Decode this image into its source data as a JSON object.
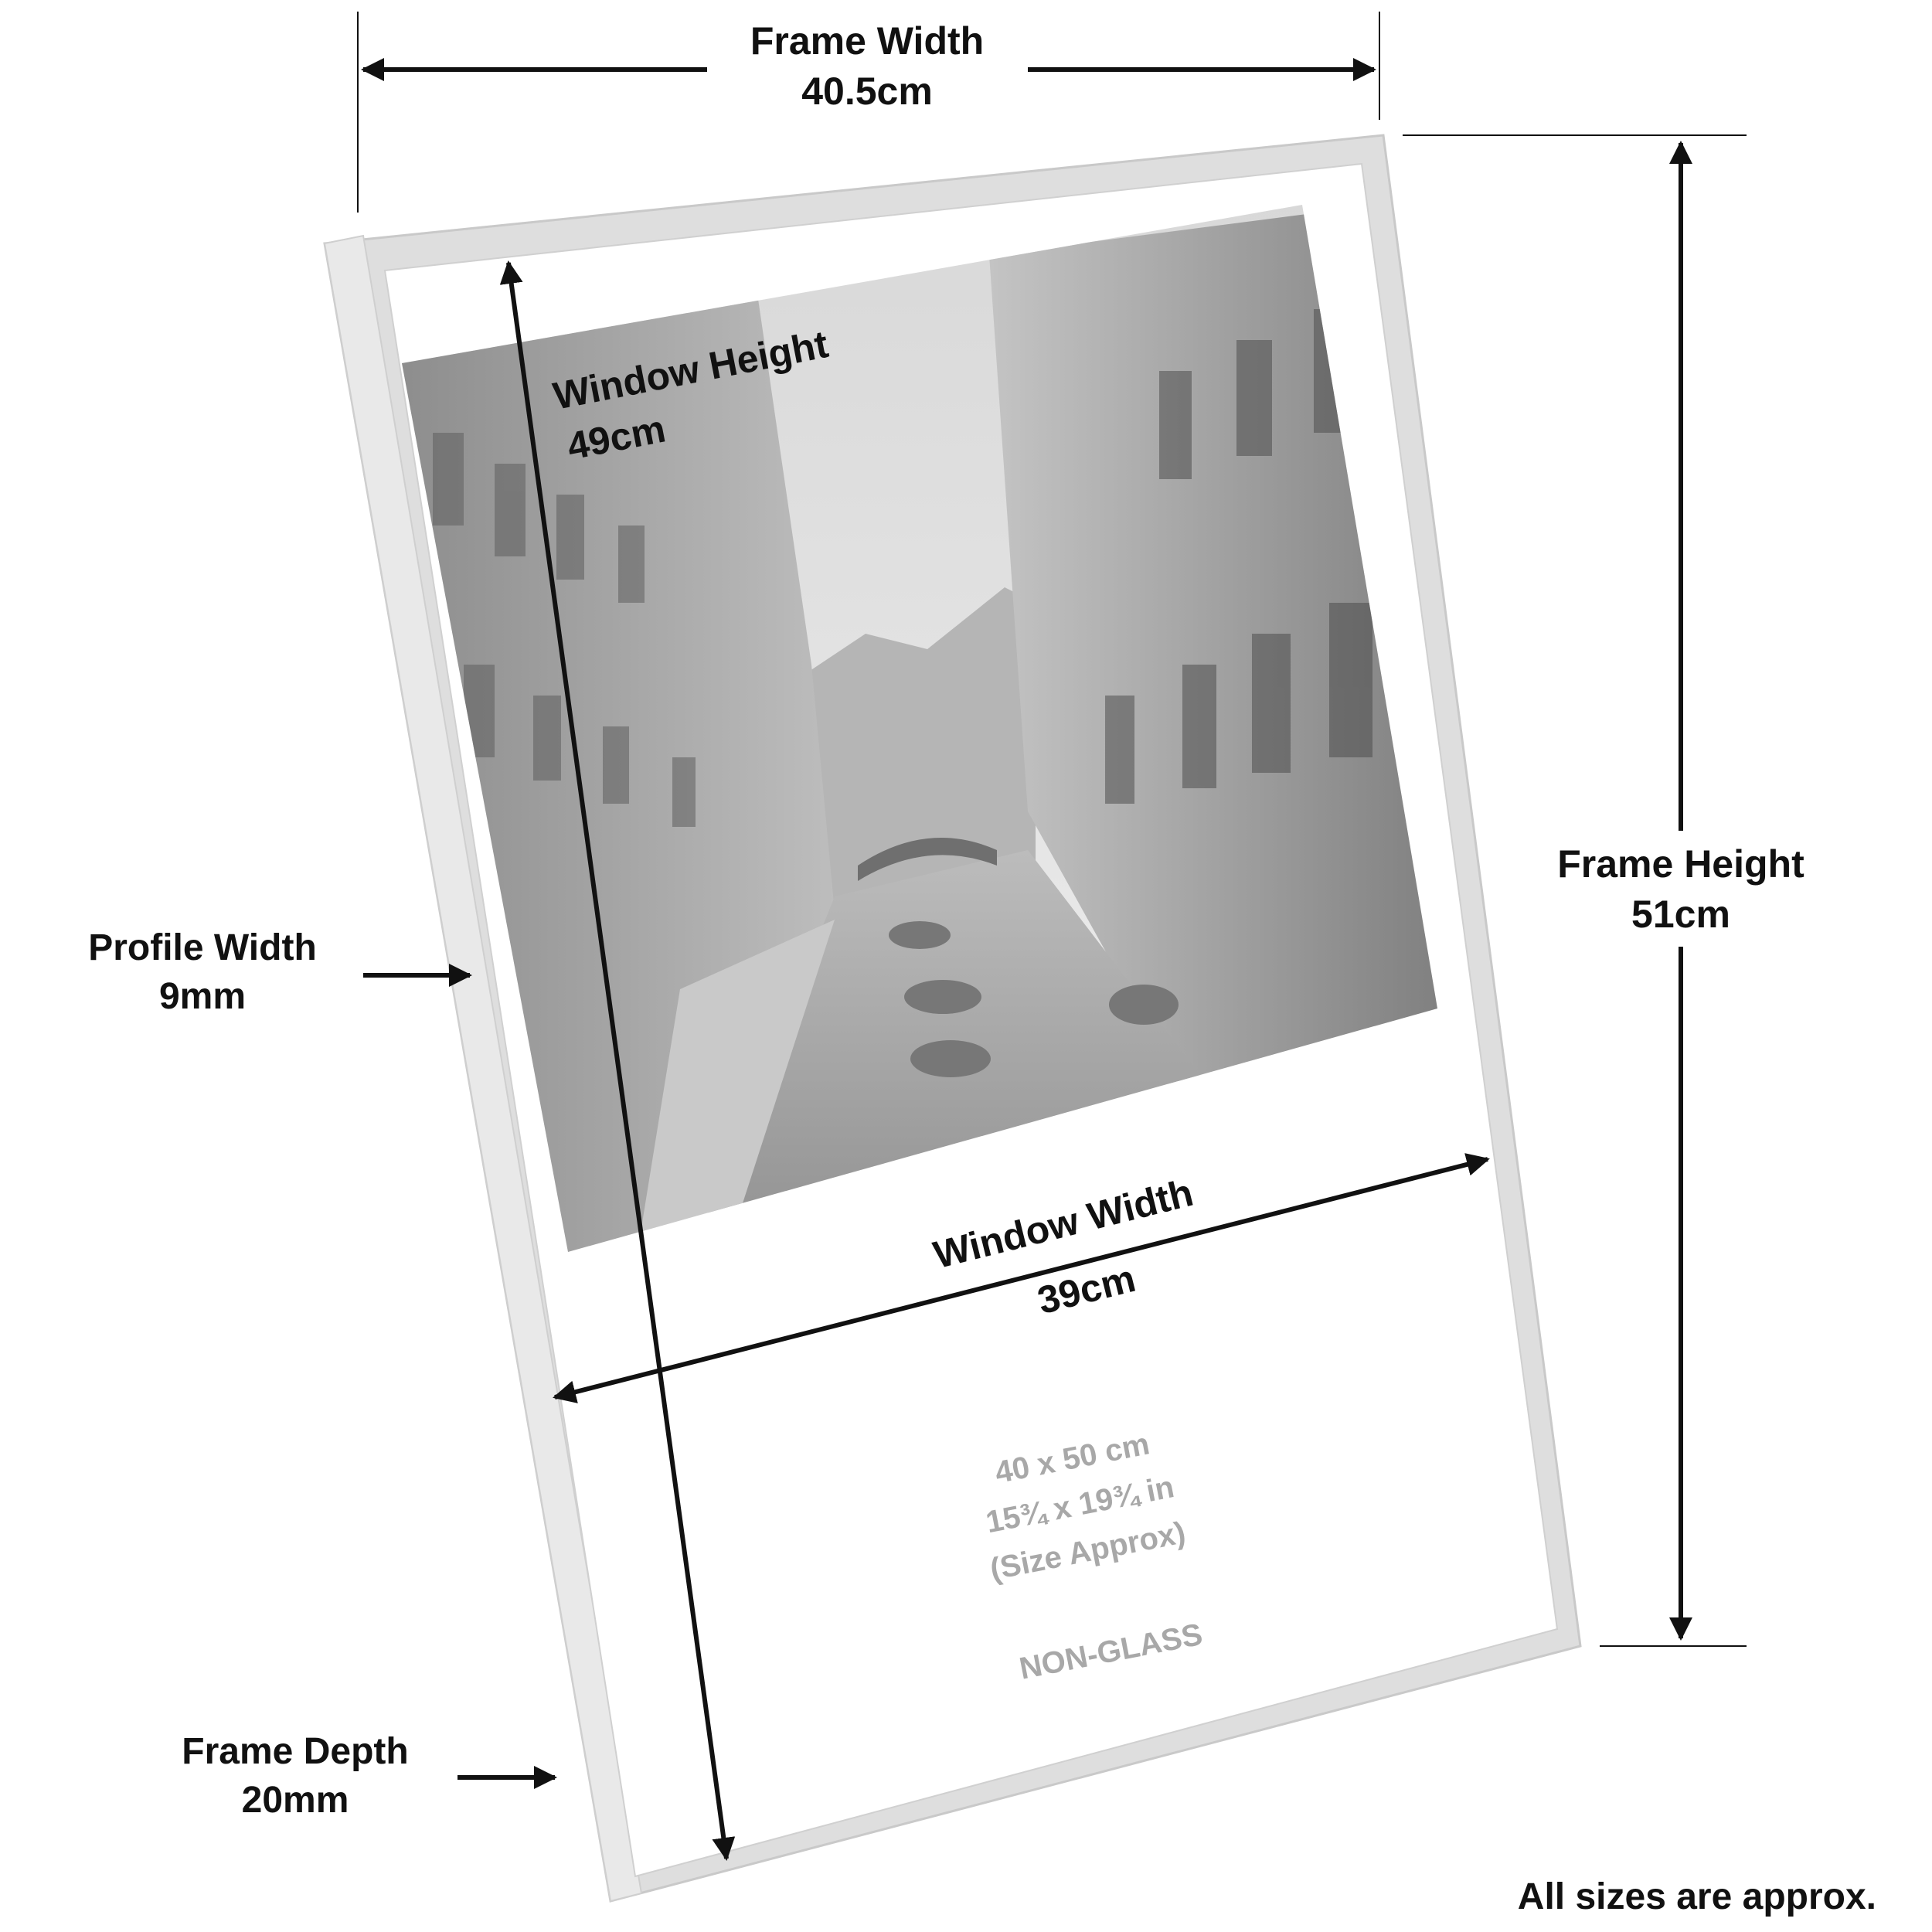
{
  "frame_width": {
    "label": "Frame Width",
    "value": "40.5cm"
  },
  "frame_height": {
    "label": "Frame Height",
    "value": "51cm"
  },
  "window_height": {
    "label": "Window Height",
    "value": "49cm"
  },
  "window_width": {
    "label": "Window Width",
    "value": "39cm"
  },
  "profile_width": {
    "label": "Profile Width",
    "value": "9mm"
  },
  "frame_depth": {
    "label": "Frame Depth",
    "value": "20mm"
  },
  "poster": {
    "size_cm": "40 x 50 cm",
    "size_in": "15¾ x 19¾ in",
    "approx": "(Size Approx)",
    "material": "NON-GLASS"
  },
  "footnote": "All sizes are approx.",
  "colors": {
    "ink": "#111111",
    "frame": "#d9d9d9",
    "photo_gray": "#9a9a9a",
    "poster_text": "#a8a8a8"
  }
}
